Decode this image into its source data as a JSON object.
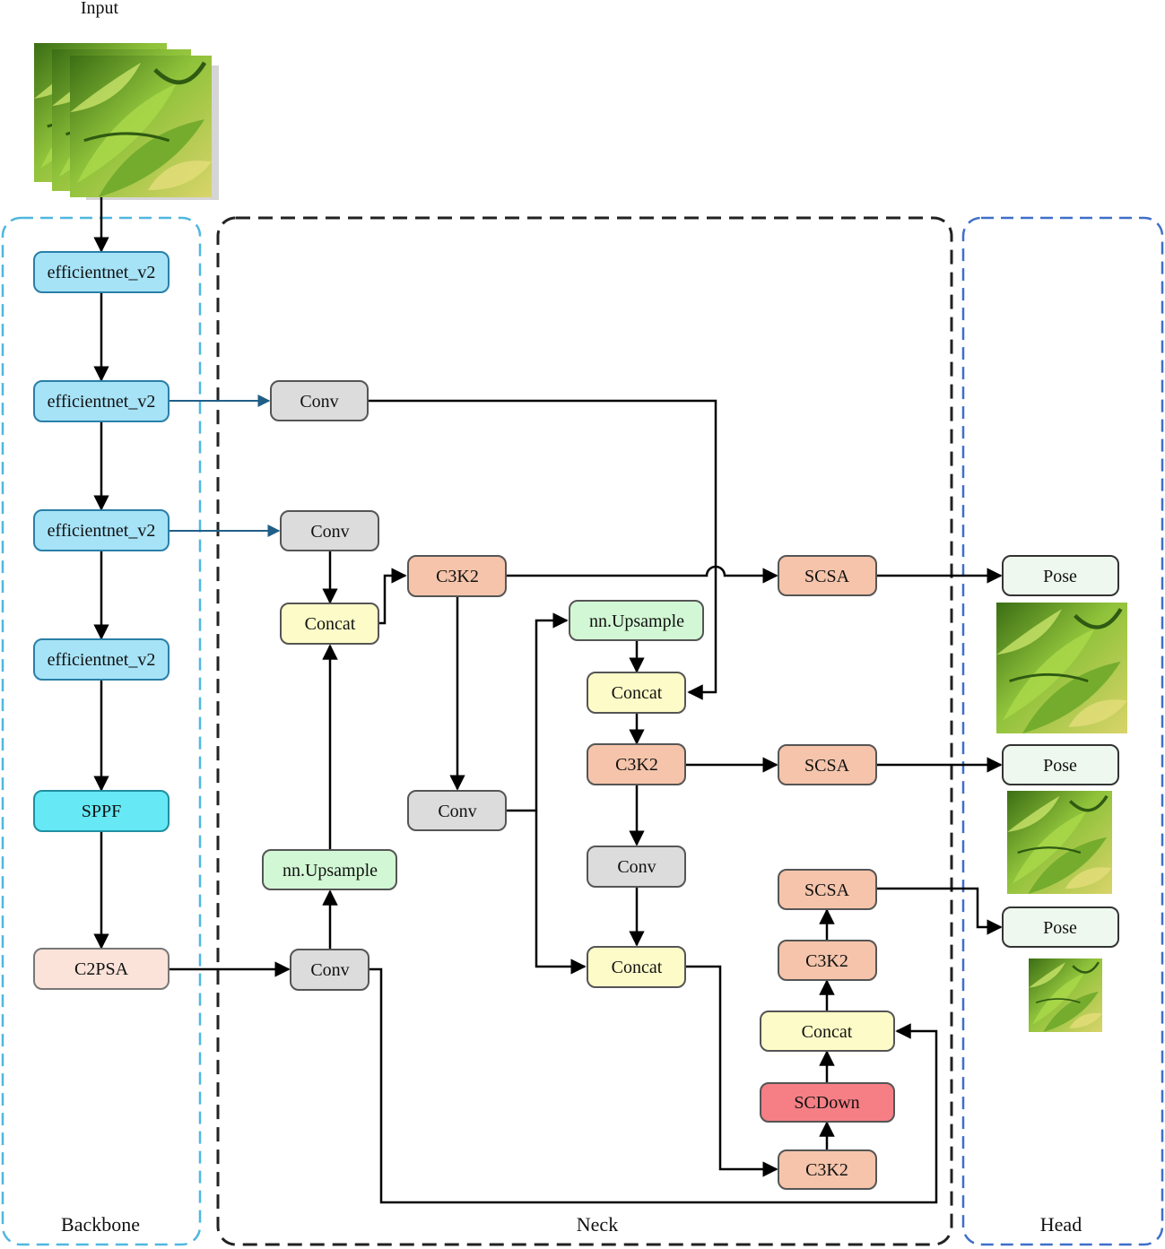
{
  "title": "Input",
  "regions": {
    "backbone": "Backbone",
    "neck": "Neck",
    "head": "Head"
  },
  "colors": {
    "backbone_border": "#4fb7df",
    "neck_border": "#222222",
    "head_border": "#3f6fc9",
    "blue_arrow": "#1f5f87",
    "effnet_fill": "#a6e3f7",
    "effnet_stroke": "#2a7fa8",
    "sppf_fill": "#66e8f5",
    "c2psa_fill": "#fbe3da",
    "conv_fill": "#dcdcdc",
    "concat_fill": "#fdfcc8",
    "upsample_fill": "#d2f7d4",
    "c3k2_fill": "#f5c4ab",
    "scsa_fill": "#f5c4ab",
    "scdown_fill": "#f57f85",
    "pose_fill": "#eef8ee",
    "leaf_light": "#c9e36a",
    "leaf_dark": "#2f5a12"
  },
  "nodes": {
    "eff1": "efficientnet_v2",
    "eff2": "efficientnet_v2",
    "eff3": "efficientnet_v2",
    "eff4": "efficientnet_v2",
    "sppf": "SPPF",
    "c2psa": "C2PSA",
    "conv_a": "Conv",
    "conv_b": "Conv",
    "concat_a": "Concat",
    "upsample_a": "nn.Upsample",
    "conv_c": "Conv",
    "c3k2_a": "C3K2",
    "conv_d": "Conv",
    "upsample_b": "nn.Upsample",
    "concat_b": "Concat",
    "c3k2_b": "C3K2",
    "conv_e": "Conv",
    "concat_c": "Concat",
    "scsa_a": "SCSA",
    "scsa_b": "SCSA",
    "scsa_c": "SCSA",
    "c3k2_c": "C3K2",
    "concat_d": "Concat",
    "scdown": "SCDown",
    "c3k2_d": "C3K2",
    "pose_a": "Pose",
    "pose_b": "Pose",
    "pose_c": "Pose"
  }
}
